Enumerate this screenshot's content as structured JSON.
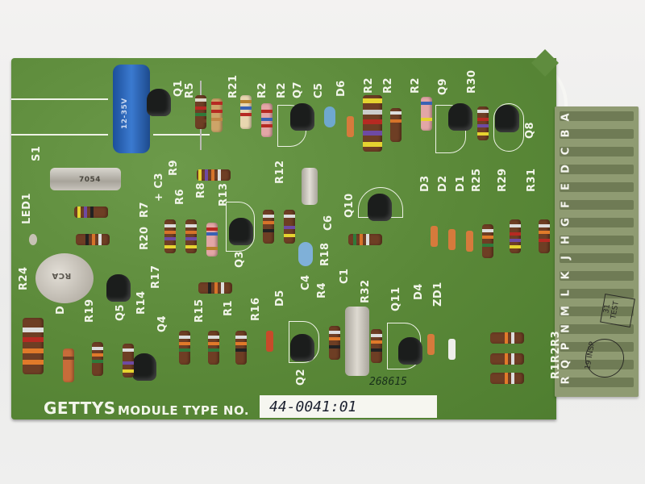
{
  "image": {
    "subject": "Printed circuit board module with edge connector",
    "dimensions": "800x600"
  },
  "board": {
    "manufacturer": "GETTYS",
    "label_text": "MODULE TYPE NO.",
    "module_type_handwritten": "44-0041:01",
    "handwritten_serial": "268615",
    "pcb_color": "#5c8a3c",
    "silkscreen_color": "#f2f5ea"
  },
  "edge_connector": {
    "pins": [
      "A",
      "B",
      "C",
      "D",
      "E",
      "F",
      "H",
      "J",
      "K",
      "L",
      "M",
      "N",
      "P",
      "R"
    ],
    "pins_visible_order_top_to_bottom": [
      "A",
      "B",
      "C",
      "D",
      "E",
      "F",
      "G",
      "H",
      "J",
      "K",
      "L",
      "M",
      "N",
      "P",
      "Q",
      "R"
    ],
    "stamps": [
      {
        "type": "square",
        "text": "31 TEST"
      },
      {
        "type": "circle",
        "text": "19 INSP"
      }
    ]
  },
  "silkscreen_labels": {
    "top_row": [
      "Q1",
      "R5",
      "R21",
      "R2",
      "R2",
      "Q7",
      "C5",
      "D6",
      "R2",
      "R2",
      "R2",
      "Q9",
      "R30",
      "Q8"
    ],
    "left": [
      "S1",
      "LED1",
      "R20",
      "R7",
      "R24",
      "D"
    ],
    "middle": [
      "+ C3",
      "R9",
      "R6",
      "R8",
      "R13",
      "R12",
      "Q3",
      "C6",
      "Q10",
      "R18",
      "C4",
      "C1",
      "R17",
      "R14",
      "Q5",
      "Q4",
      "R19",
      "R15",
      "R1",
      "R16",
      "D5",
      "R4",
      "R32",
      "Q2",
      "Q11",
      "D4",
      "ZD1"
    ],
    "right": [
      "D3",
      "D2",
      "D1",
      "R25",
      "R29",
      "R31",
      "R1",
      "R2",
      "R3"
    ],
    "rotated_edge": "R1R2R3"
  },
  "components": {
    "electrolytic_capacitor": {
      "color": "#2b63b0",
      "marking": "12-35V"
    },
    "crystal_can": {
      "marking": "7054",
      "color": "#b9b6ad"
    },
    "rca_transistor_can": {
      "marking": "RCA"
    },
    "white_jumper_wire": true
  }
}
